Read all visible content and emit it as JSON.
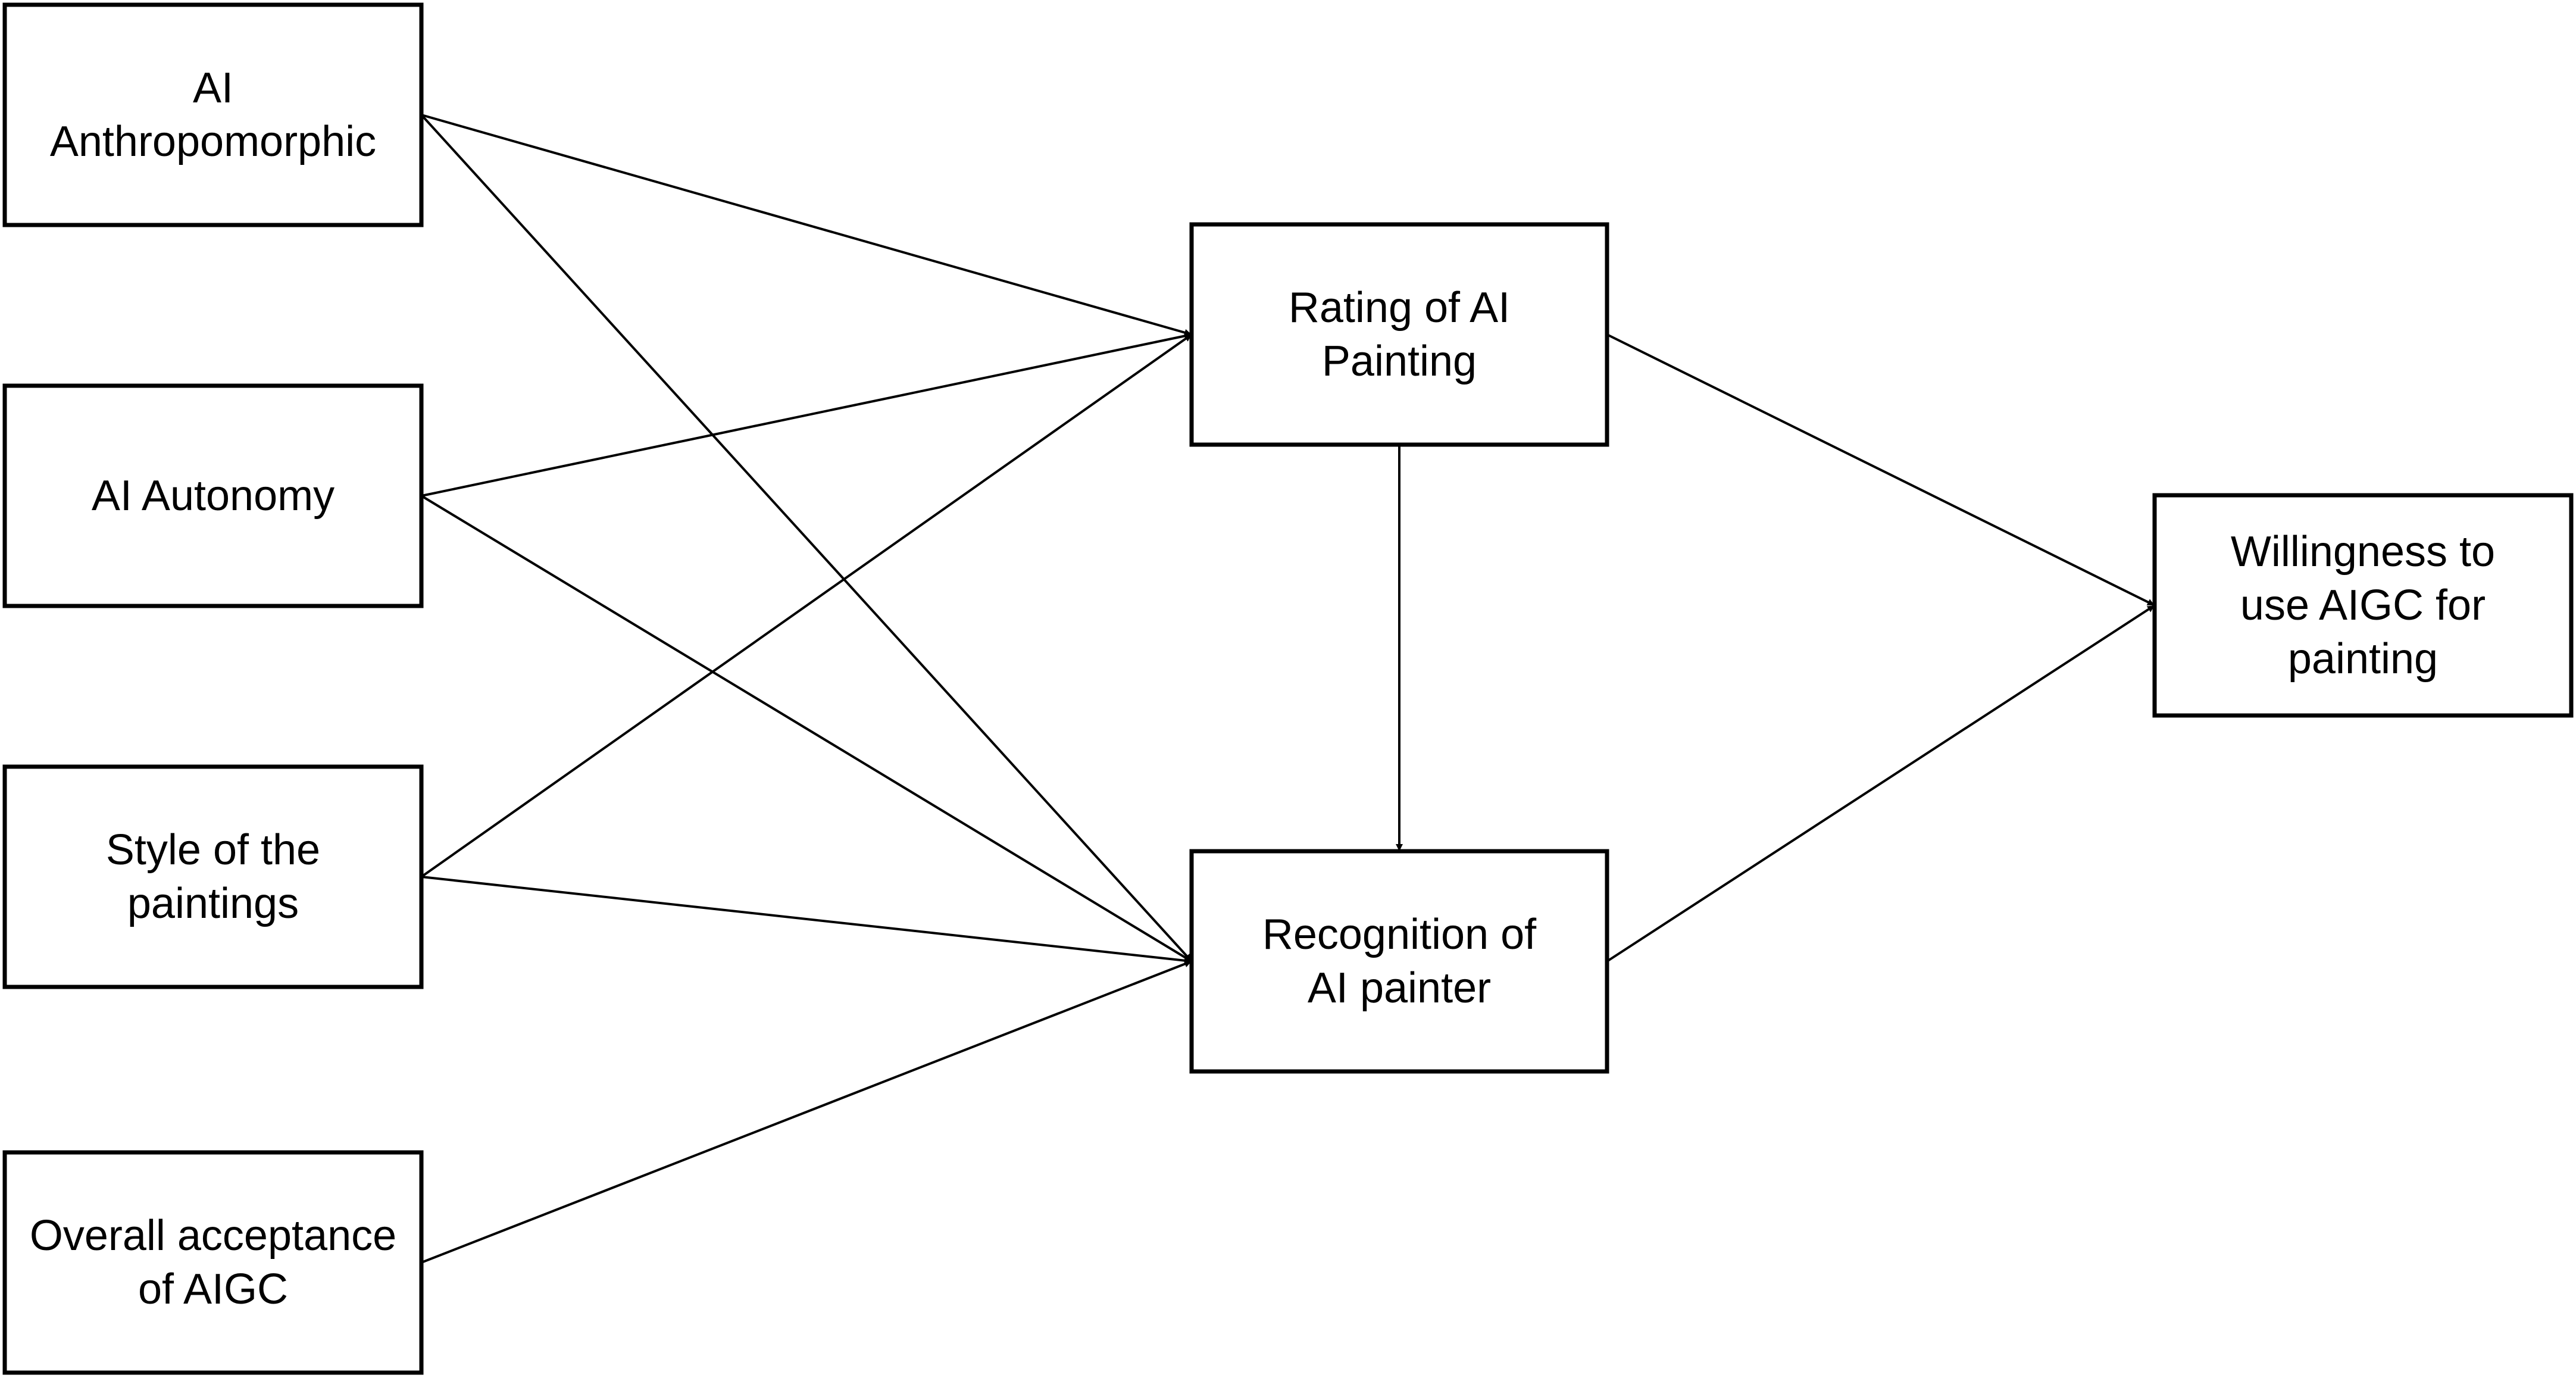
{
  "diagram": {
    "nodes": [
      {
        "id": "ai-anthropomorphic",
        "lines": [
          "AI",
          "Anthropomorphic"
        ]
      },
      {
        "id": "ai-autonomy",
        "lines": [
          "AI Autonomy"
        ]
      },
      {
        "id": "style-of-paintings",
        "lines": [
          "Style of the",
          "paintings"
        ]
      },
      {
        "id": "overall-acceptance",
        "lines": [
          "Overall acceptance",
          "of AIGC"
        ]
      },
      {
        "id": "rating-of-ai-painting",
        "lines": [
          "Rating of AI",
          "Painting"
        ]
      },
      {
        "id": "recognition-of-ai-painter",
        "lines": [
          "Recognition of",
          "AI painter"
        ]
      },
      {
        "id": "willingness-to-use-aigc",
        "lines": [
          "Willingness to",
          "use AIGC for",
          "painting"
        ]
      }
    ],
    "edges": [
      {
        "from": "ai-anthropomorphic",
        "to": "rating-of-ai-painting"
      },
      {
        "from": "ai-anthropomorphic",
        "to": "recognition-of-ai-painter"
      },
      {
        "from": "ai-autonomy",
        "to": "rating-of-ai-painting"
      },
      {
        "from": "ai-autonomy",
        "to": "recognition-of-ai-painter"
      },
      {
        "from": "style-of-paintings",
        "to": "rating-of-ai-painting"
      },
      {
        "from": "style-of-paintings",
        "to": "recognition-of-ai-painter"
      },
      {
        "from": "overall-acceptance",
        "to": "recognition-of-ai-painter"
      },
      {
        "from": "rating-of-ai-painting",
        "to": "recognition-of-ai-painter"
      },
      {
        "from": "rating-of-ai-painting",
        "to": "willingness-to-use-aigc"
      },
      {
        "from": "recognition-of-ai-painter",
        "to": "willingness-to-use-aigc"
      }
    ]
  }
}
